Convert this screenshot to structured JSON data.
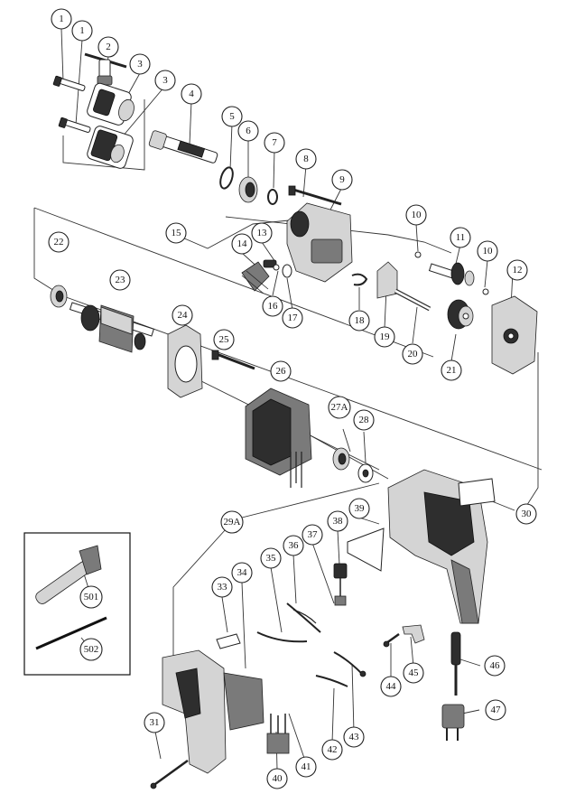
{
  "labels": [
    "1",
    "1",
    "2",
    "3",
    "3",
    "4",
    "5",
    "6",
    "7",
    "8",
    "9",
    "10",
    "10",
    "11",
    "12",
    "13",
    "14",
    "15",
    "16",
    "17",
    "18",
    "19",
    "20",
    "21",
    "22",
    "23",
    "24",
    "25",
    "26",
    "27A",
    "28",
    "29A",
    "30",
    "31",
    "33",
    "34",
    "35",
    "36",
    "37",
    "38",
    "39",
    "40",
    "41",
    "42",
    "43",
    "44",
    "45",
    "46",
    "47",
    "501",
    "502"
  ]
}
